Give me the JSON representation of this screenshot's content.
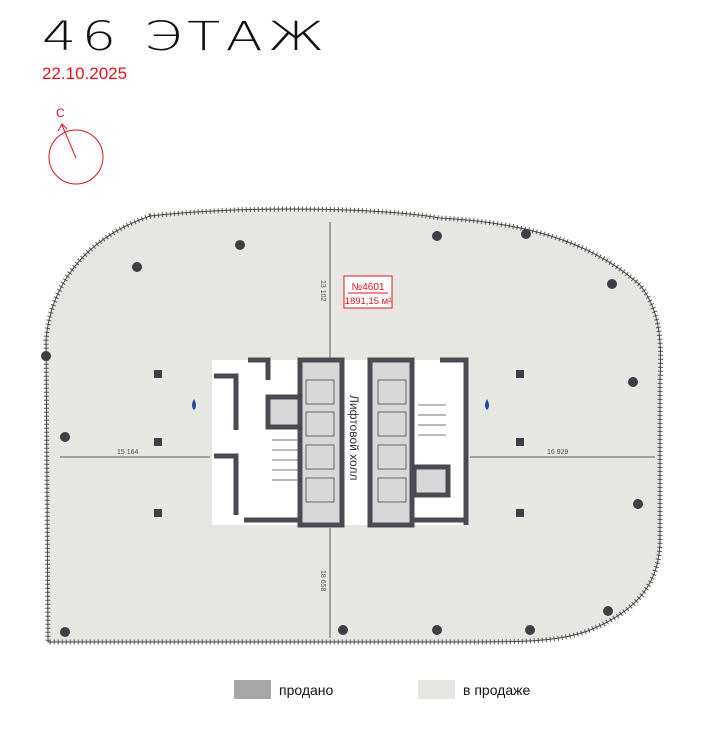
{
  "header": {
    "title": "46 ЭТАЖ",
    "date": "22.10.2025"
  },
  "compass": {
    "label": "С"
  },
  "unit": {
    "number": "№4601",
    "area": "1891,15 м²",
    "status": "в продаже"
  },
  "plan": {
    "core_label": "Лифтовой холл",
    "dims": {
      "top": "13 102",
      "left": "15 164",
      "right": "16 929",
      "bottom": "18 658"
    }
  },
  "legend": [
    {
      "label": "продано",
      "color": "#a6a6a6"
    },
    {
      "label": "в продаже",
      "color": "#e6e6e2"
    }
  ],
  "colors": {
    "accent": "#e8101e",
    "floor": "#e6e6e2",
    "wall": "#4a4a50"
  }
}
